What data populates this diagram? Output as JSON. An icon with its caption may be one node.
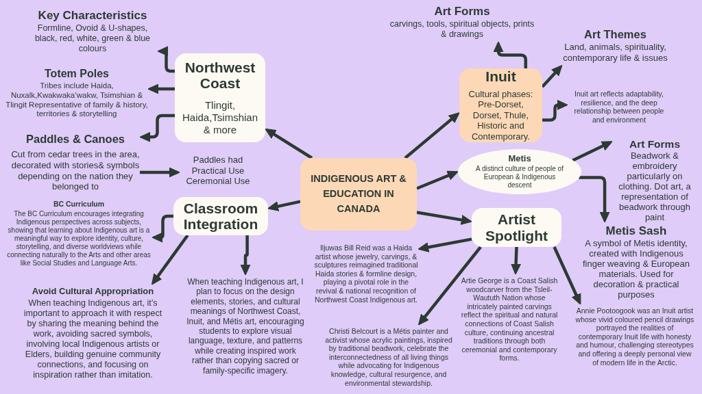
{
  "diagram": {
    "nodes": [
      {
        "text": [
          "INDIGENOUS ART & EDUCATION IN CANADA"
        ]
      },
      {
        "text": [
          "Northwest Coast",
          "Tlingit, Haida,Tsimshian & more"
        ]
      },
      {
        "text": [
          "Key Characteristics",
          "Formline, Ovoid & U-shapes, black, red, white, green & blue colours"
        ]
      },
      {
        "text": [
          "Totem Poles",
          "Tribes include Haida, Nuxalk,Kwakwaka’wakw, Tsimshian & Tlingit Representative of family & history, territories & storytelling"
        ]
      },
      {
        "text": [
          "Paddles & Canoes",
          "Cut from cedar trees in the area, decorated with stories& symbols depending on the nation they belonged to"
        ]
      },
      {
        "text": [
          "Paddles had Practical Use Ceremonial Use"
        ]
      },
      {
        "text": [
          "Inuit",
          "Cultural phases: Pre-Dorset, Dorset, Thule, Historic and Contemporary."
        ]
      },
      {
        "text": [
          "Art Forms",
          "carvings, tools, spiritual objects, prints & drawings"
        ]
      },
      {
        "text": [
          "Art Themes",
          "Land, animals, spirituality, contemporary life & issues"
        ]
      },
      {
        "text": [
          "Inuit art reflects adaptability, resilience, and the deep relationship between people and environment"
        ]
      },
      {
        "text": [
          "Metis",
          "A distinct culture of people of European & Indigenous descent"
        ]
      },
      {
        "text": [
          "Art Forms",
          "Beadwork & embroidery particularly on clothing. Dot art, a representation of beadwork through paint"
        ]
      },
      {
        "text": [
          "Metis Sash",
          "A symbol of Metis identity, created with Indigenous finger weaving & European materials. Used for decoration & practical purposes"
        ]
      },
      {
        "text": [
          "Artist Spotlight"
        ]
      },
      {
        "text": [
          "Iljuwas Bill Reid was a Haida artist whose jewelry, carvings, & sculptures reimagined traditional Haida stories & formline design, playing a pivotal role in the revival & national recognition of Northwest Coast Indigenous art."
        ]
      },
      {
        "text": [
          "Christi Belcourt is a Métis painter and activist whose acrylic paintings, inspired by traditional beadwork, celebrate the interconnectedness of all living things while advocating for Indigenous knowledge, cultural resurgence, and environmental stewardship."
        ]
      },
      {
        "text": [
          "Artie George is a Coast Salish woodcarver from the Tsleil-Waututh Nation whose intricately painted carvings reflect the spiritual and natural connections of Coast Salish culture, continuing ancestral traditions through both ceremonial and contemporary forms."
        ]
      },
      {
        "text": [
          "Annie Pootoogook was an Inuit artist whose vivid coloured pencil drawings portrayed the realities of contemporary Inuit life with honesty and humour, challenging stereotypes and offering a deeply personal view of modern life in the Arctic."
        ]
      },
      {
        "text": [
          "Classroom Integration"
        ]
      },
      {
        "text": [
          "BC Curriculum",
          "The BC Curriculum encourages integrating Indigenous perspectives across subjects, showing that learning about Indigenous art is a meaningful way to explore identity, culture, storytelling, and diverse worldviews while connecting naturally to the Arts and other areas like Social Studies and Language Arts."
        ]
      },
      {
        "text": [
          "Avoid Cultural Appropriation",
          "When teaching Indigenous art, it’s important to approach it with respect by sharing the meaning behind the work, avoiding sacred symbols, involving local Indigenous artists or Elders, building genuine community connections, and focusing on inspiration rather than imitation."
        ]
      },
      {
        "text": [
          "When teaching Indigenous art, I plan to focus on the design elements, stories, and cultural meanings of Northwest Coast, Inuit, and Métis art, encouraging students to explore visual language, texture, and patterns while creating inspired work rather than copying sacred or family-specific imagery."
        ]
      }
    ],
    "edges": [
      {
        "from": 0,
        "to": 1,
        "arrow": "to"
      },
      {
        "from": 0,
        "to": 6,
        "arrow": "to"
      },
      {
        "from": 0,
        "to": 10,
        "arrow": "to"
      },
      {
        "from": 0,
        "to": 13,
        "arrow": "to"
      },
      {
        "from": 0,
        "to": 18,
        "arrow": "to"
      },
      {
        "from": 1,
        "to": 2,
        "arrow": "to"
      },
      {
        "from": 1,
        "to": 3,
        "arrow": "to"
      },
      {
        "from": 1,
        "to": 4,
        "arrow": "to"
      },
      {
        "from": 4,
        "to": 5,
        "arrow": "to"
      },
      {
        "from": 6,
        "to": 7,
        "arrow": "to"
      },
      {
        "from": 6,
        "to": 8,
        "arrow": "to"
      },
      {
        "from": 6,
        "to": 9,
        "arrow": "to"
      },
      {
        "from": 10,
        "to": 11,
        "arrow": "to"
      },
      {
        "from": 10,
        "to": 12,
        "arrow": "to"
      },
      {
        "from": 13,
        "to": 14,
        "arrow": "to"
      },
      {
        "from": 13,
        "to": 15,
        "arrow": "to"
      },
      {
        "from": 13,
        "to": 16,
        "arrow": "to"
      },
      {
        "from": 13,
        "to": 17,
        "arrow": "to"
      },
      {
        "from": 18,
        "to": 19,
        "arrow": "to"
      },
      {
        "from": 18,
        "to": 20,
        "arrow": "to"
      },
      {
        "from": 18,
        "to": 21,
        "arrow": "to"
      }
    ]
  }
}
